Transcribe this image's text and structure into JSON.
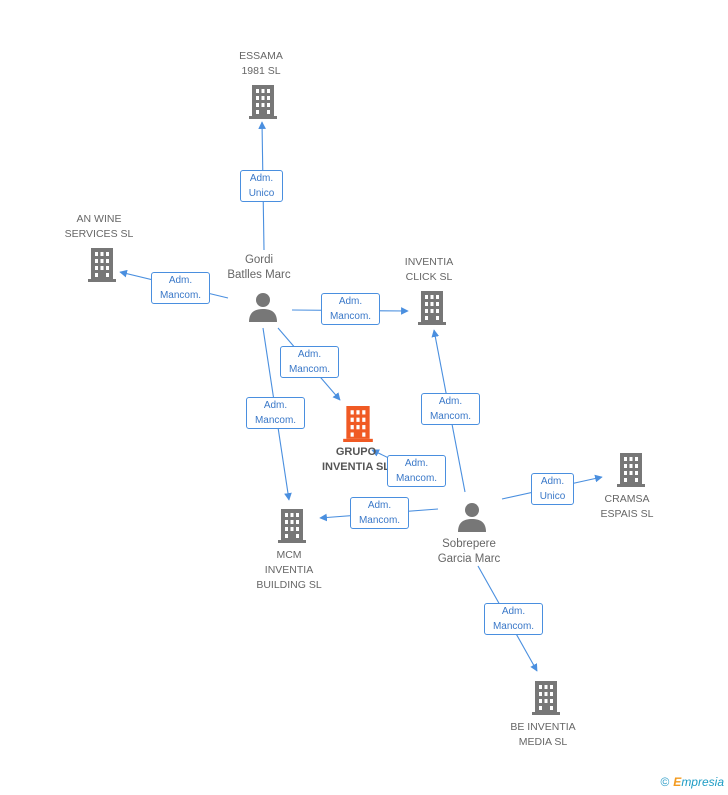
{
  "colors": {
    "edge": "#4a8fdf",
    "building": "#777777",
    "building_main": "#f05a24",
    "person": "#777777",
    "badge_text": "#3a78c8"
  },
  "companies": {
    "essama": "ESSAMA\n1981 SL",
    "anwine": "AN WINE\nSERVICES SL",
    "inventia_click": "INVENTIA\nCLICK SL",
    "grupo": "GRUPO\nINVENTIA SL",
    "cramsa": "CRAMSA\nESPAIS SL",
    "mcm": "MCM\nINVENTIA\nBUILDING SL",
    "be_inventia": "BE INVENTIA\nMEDIA SL"
  },
  "people": {
    "gordi": "Gordi\nBatlles Marc",
    "sobrepere": "Sobrepere\nGarcia Marc"
  },
  "roles": {
    "unico": "Adm.\nUnico",
    "mancom": "Adm.\nMancom."
  },
  "footer": {
    "copyright": "©",
    "brand_first": "E",
    "brand_rest": "mpresia"
  }
}
